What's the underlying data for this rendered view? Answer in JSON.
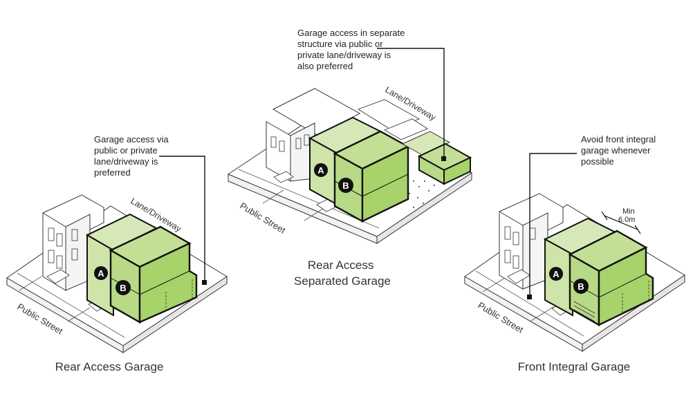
{
  "colors": {
    "green_light": "#d6e8b8",
    "green_mid": "#c3df96",
    "green_dark": "#a8d26a",
    "outline": "#111111",
    "badge": "#111111"
  },
  "diagrams": [
    {
      "caption": "Rear Access Garage",
      "annotation": [
        "Garage access via",
        "public or private",
        "lane/driveway is",
        "preferred"
      ],
      "street_label": "Public Street",
      "lane_label": "Lane/Driveway",
      "badges": [
        "A",
        "B"
      ]
    },
    {
      "caption": [
        "Rear Access",
        "Separated Garage"
      ],
      "annotation": [
        "Garage access in separate",
        "structure via public or",
        "private lane/driveway is",
        "also preferred"
      ],
      "street_label": "Public Street",
      "lane_label": "Lane/Driveway",
      "badges": [
        "A",
        "B"
      ]
    },
    {
      "caption": "Front Integral Garage",
      "annotation": [
        "Avoid front integral",
        "garage whenever",
        "possible"
      ],
      "street_label": "Public Street",
      "dimension": [
        "Min",
        "6.0m"
      ],
      "badges": [
        "A",
        "B"
      ]
    }
  ]
}
